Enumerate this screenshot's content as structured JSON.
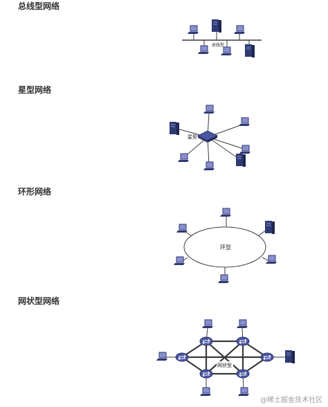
{
  "sections": {
    "bus": {
      "title": "总线型网络",
      "label": "总线型"
    },
    "star": {
      "title": "星型网络",
      "label": "星型"
    },
    "ring": {
      "title": "环形网络",
      "label": "环型"
    },
    "mesh": {
      "title": "网状型网络",
      "label": "网状型"
    }
  },
  "watermark": "@稀土掘金技术社区",
  "colors": {
    "device": "#2f3a73",
    "screen": "#8a8fd0",
    "line": "#3a3a3a",
    "router": "#4a55a0"
  }
}
